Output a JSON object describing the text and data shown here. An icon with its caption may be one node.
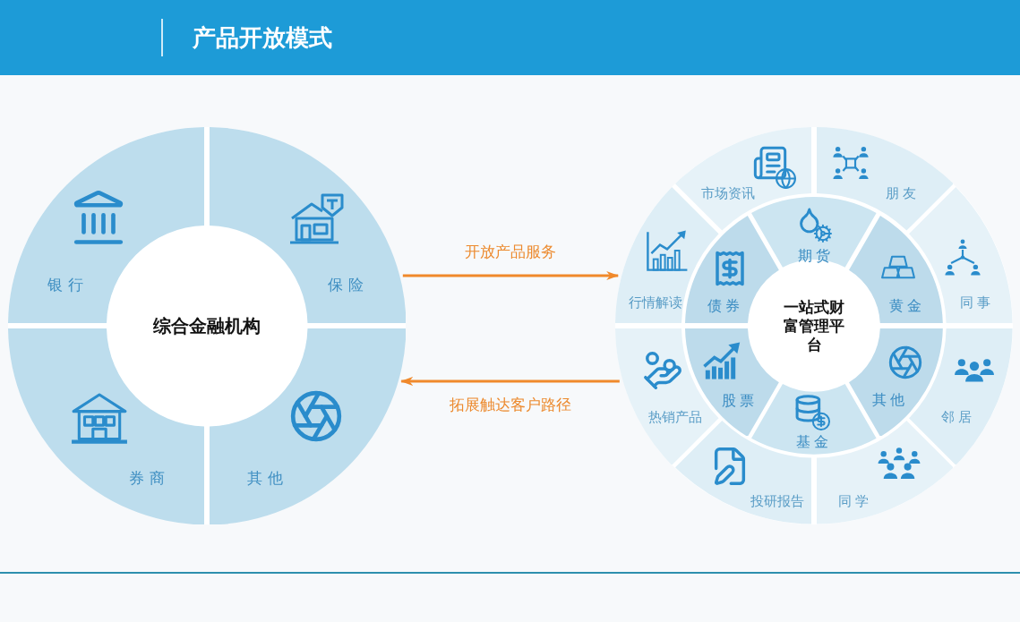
{
  "diagram": {
    "title": "产品开放模式",
    "nodes": [
      {
        "text": [],
        "shape": "circle"
      },
      {
        "text": [
          "综合金融机构"
        ],
        "in": 0
      },
      {
        "text": [
          "银行"
        ],
        "in": 0
      },
      {
        "text": [
          "保险"
        ],
        "in": 0
      },
      {
        "text": [
          "券商"
        ],
        "in": 0
      },
      {
        "text": [
          "其他"
        ],
        "in": 0
      },
      {
        "text": [],
        "shape": "circle"
      },
      {
        "text": [
          "一站式财富管理平台"
        ],
        "in": 6
      },
      {
        "text": [
          "期货"
        ],
        "in": 6
      },
      {
        "text": [
          "黄金"
        ],
        "in": 6
      },
      {
        "text": [
          "其他"
        ],
        "in": 6
      },
      {
        "text": [
          "基金"
        ],
        "in": 6
      },
      {
        "text": [
          "股票"
        ],
        "in": 6
      },
      {
        "text": [
          "债券"
        ],
        "in": 6
      },
      {
        "text": [
          "市场资讯"
        ],
        "in": 6
      },
      {
        "text": [
          "朋友"
        ],
        "in": 6
      },
      {
        "text": [
          "同事"
        ],
        "in": 6
      },
      {
        "text": [
          "邻居"
        ],
        "in": 6
      },
      {
        "text": [
          "同学"
        ],
        "in": 6
      },
      {
        "text": [
          "投研报告"
        ],
        "in": 6
      },
      {
        "text": [
          "热销产品"
        ],
        "in": 6
      },
      {
        "text": [
          "行情解读"
        ],
        "in": 6
      }
    ],
    "edges": [
      {
        "from": 0,
        "to": 6,
        "arrow": "to",
        "label": "开放产品服务"
      },
      {
        "from": 6,
        "to": 0,
        "arrow": "to",
        "label": "拓展触达客户路径"
      }
    ]
  }
}
